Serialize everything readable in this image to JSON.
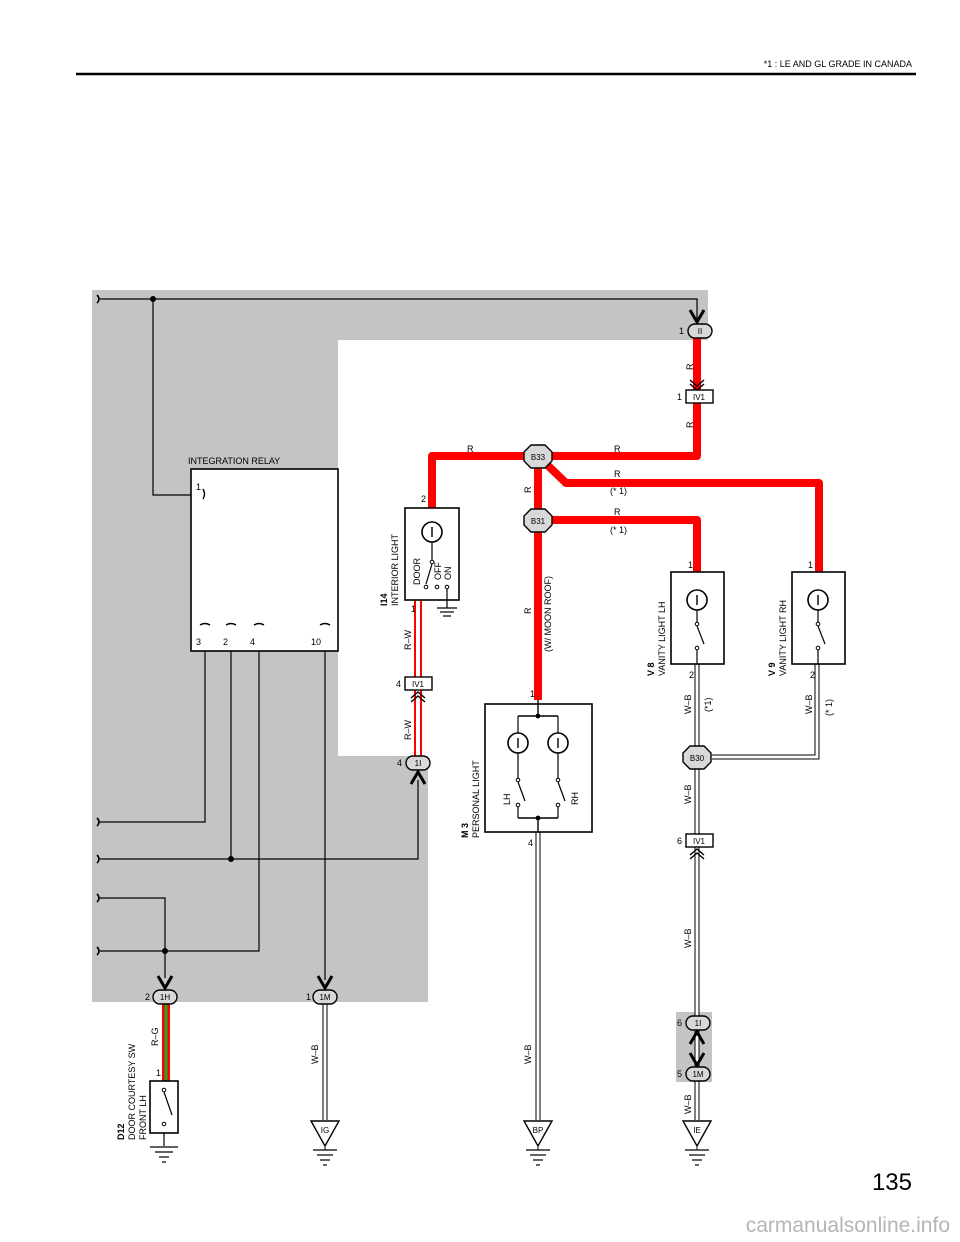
{
  "header": {
    "note": "*1  : LE AND GL GRADE IN CANADA",
    "page_number": "135"
  },
  "watermark": "carmanualsonline.info",
  "components": {
    "integration_relay": {
      "label": "INTEGRATION RELAY",
      "pins": {
        "p1": "1",
        "p3": "3",
        "p2": "2",
        "p4": "4",
        "p10": "10"
      }
    },
    "interior_light": {
      "code": "I14",
      "name": "INTERIOR LIGHT",
      "pos_door": "DOOR",
      "pos_off": "OFF",
      "pos_on": "ON",
      "pin_top": "2",
      "pin_bottom": "1"
    },
    "personal_light": {
      "code": "M 3",
      "name": "PERSONAL LIGHT",
      "lh": "LH",
      "rh": "RH",
      "pin_top": "1",
      "pin_bottom": "4"
    },
    "vanity_lh": {
      "code": "V 8",
      "name": "VANITY LIGHT LH",
      "pin_top": "1",
      "pin_bottom": "2"
    },
    "vanity_rh": {
      "code": "V 9",
      "name": "VANITY LIGHT RH",
      "pin_top": "1",
      "pin_bottom": "2"
    },
    "door_courtesy": {
      "code": "D12",
      "name1": "DOOR COURTESY SW",
      "name2": "FRONT LH",
      "pin": "1"
    }
  },
  "connectors": {
    "II": {
      "label": "II",
      "pin": "1"
    },
    "IV1_top": {
      "label": "IV1",
      "pin": "1"
    },
    "IV1_mid": {
      "label": "IV1",
      "pin": "4"
    },
    "1I_mid": {
      "label": "1I",
      "pin": "4"
    },
    "IV1_low": {
      "label": "IV1",
      "pin": "6"
    },
    "1I_low": {
      "label": "1I",
      "pin": "6"
    },
    "1M_low": {
      "label": "1M",
      "pin": "5"
    },
    "1H": {
      "label": "1H",
      "pin": "2"
    },
    "1M": {
      "label": "1M",
      "pin": "1"
    }
  },
  "junctions": {
    "B33": "B33",
    "B31": "B31",
    "B30": "B30"
  },
  "grounds": {
    "IG": "IG",
    "BP": "BP",
    "IE": "IE"
  },
  "wire_labels": {
    "R": "R",
    "RW": "R–W",
    "WB": "W–B",
    "RG": "R–G",
    "note1": "(*1)",
    "note1_wide": "(* 1)",
    "moon_roof": "(W/ MOON ROOF)"
  }
}
